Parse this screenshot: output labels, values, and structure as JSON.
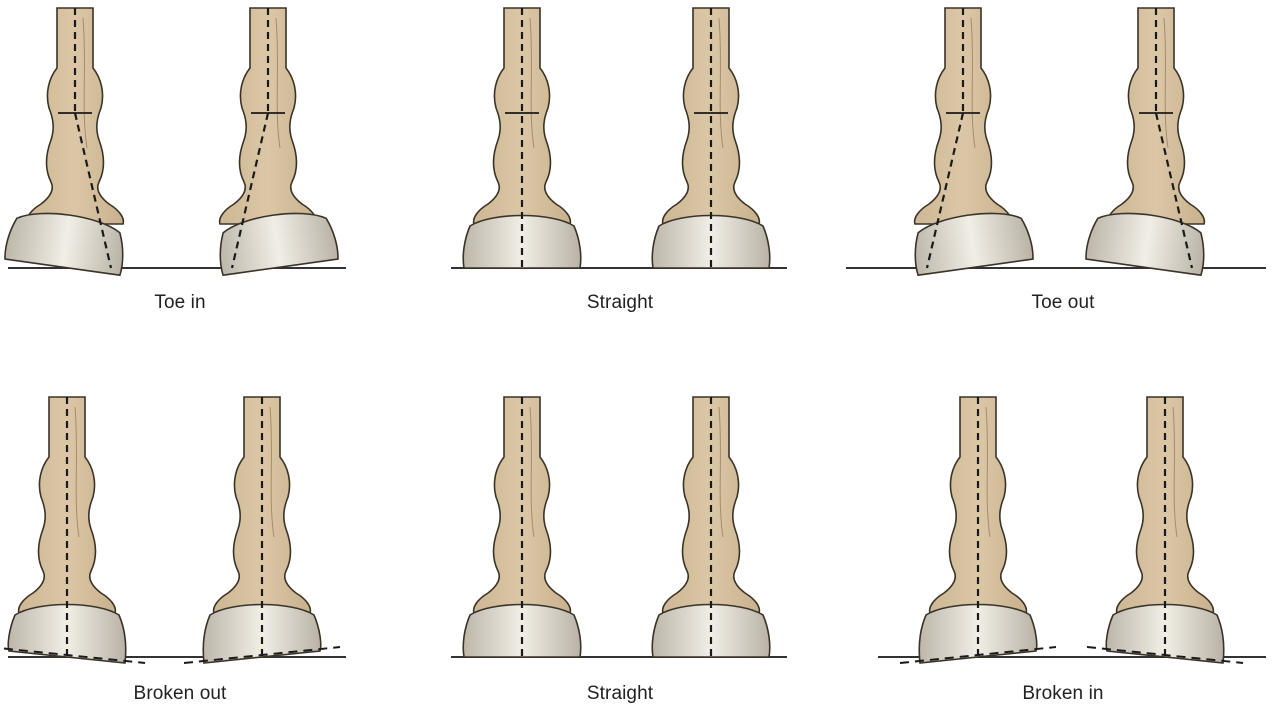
{
  "panels": [
    {
      "id": "toe-in",
      "label": "Toe in",
      "row": 0,
      "col": 0,
      "foot_axis": "rotated",
      "rotation_deg": 8,
      "hoof_base": "level",
      "has_crossbar": true
    },
    {
      "id": "straight-top",
      "label": "Straight",
      "row": 0,
      "col": 1,
      "foot_axis": "straight",
      "rotation_deg": 0,
      "hoof_base": "level",
      "has_crossbar": true
    },
    {
      "id": "toe-out",
      "label": "Toe out",
      "row": 0,
      "col": 2,
      "foot_axis": "rotated",
      "rotation_deg": -8,
      "hoof_base": "level",
      "has_crossbar": true
    },
    {
      "id": "broken-out",
      "label": "Broken out",
      "row": 1,
      "col": 0,
      "foot_axis": "straight",
      "rotation_deg": 0,
      "hoof_base": "tilted",
      "tilt": "out",
      "has_crossbar": false
    },
    {
      "id": "straight-bottom",
      "label": "Straight",
      "row": 1,
      "col": 1,
      "foot_axis": "straight",
      "rotation_deg": 0,
      "hoof_base": "level",
      "has_crossbar": false
    },
    {
      "id": "broken-in",
      "label": "Broken in",
      "row": 1,
      "col": 2,
      "foot_axis": "straight",
      "rotation_deg": 0,
      "hoof_base": "tilted",
      "tilt": "in",
      "has_crossbar": false
    }
  ],
  "colors": {
    "leg_fill": "#d6c19f",
    "leg_stroke": "#3a3328",
    "hoof_light": "#f1eee6",
    "hoof_dark": "#b9b3a6",
    "axis_line": "#1a1a1a",
    "ground_line": "#333333",
    "label_text": "#222222"
  }
}
